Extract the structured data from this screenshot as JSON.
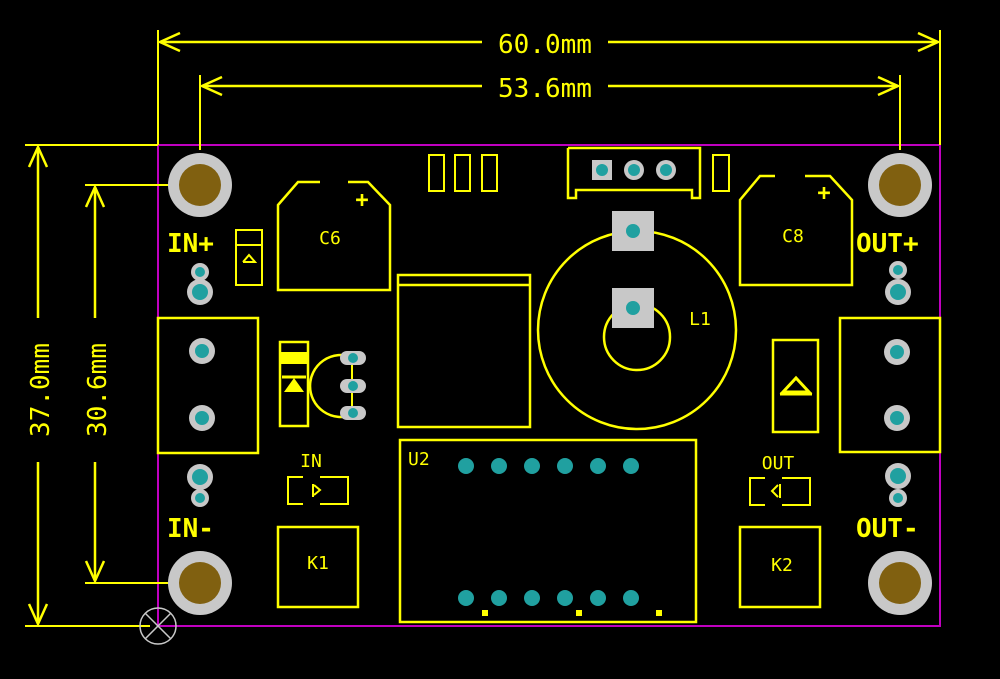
{
  "dimensions": {
    "width_outer": "60.0mm",
    "width_holes": "53.6mm",
    "height_outer": "37.0mm",
    "height_holes": "30.6mm"
  },
  "labels": {
    "in_plus": "IN+",
    "in_minus": "IN-",
    "out_plus": "OUT+",
    "out_minus": "OUT-",
    "c6": "C6",
    "c8": "C8",
    "l1": "L1",
    "u2": "U2",
    "k1": "K1",
    "k2": "K2",
    "led_in": "IN",
    "led_out": "OUT",
    "plus_c6": "+",
    "plus_c8": "+"
  },
  "colors": {
    "background": "#000000",
    "silkscreen": "#ffff00",
    "board_outline": "#c000c0",
    "pad_copper": "#806010",
    "pad_ring": "#c8c8c8",
    "via": "#20a0a0"
  }
}
